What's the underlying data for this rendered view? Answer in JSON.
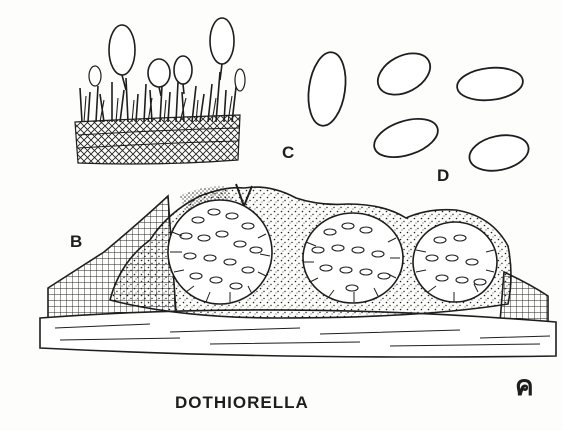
{
  "figure": {
    "title": "DOTHIORELLA",
    "corner_mark": "ค",
    "labels": {
      "b": "B",
      "c": "C",
      "d": "D"
    },
    "ink_color": "#1e1e1e",
    "paper_color": "#fdfdfb"
  }
}
